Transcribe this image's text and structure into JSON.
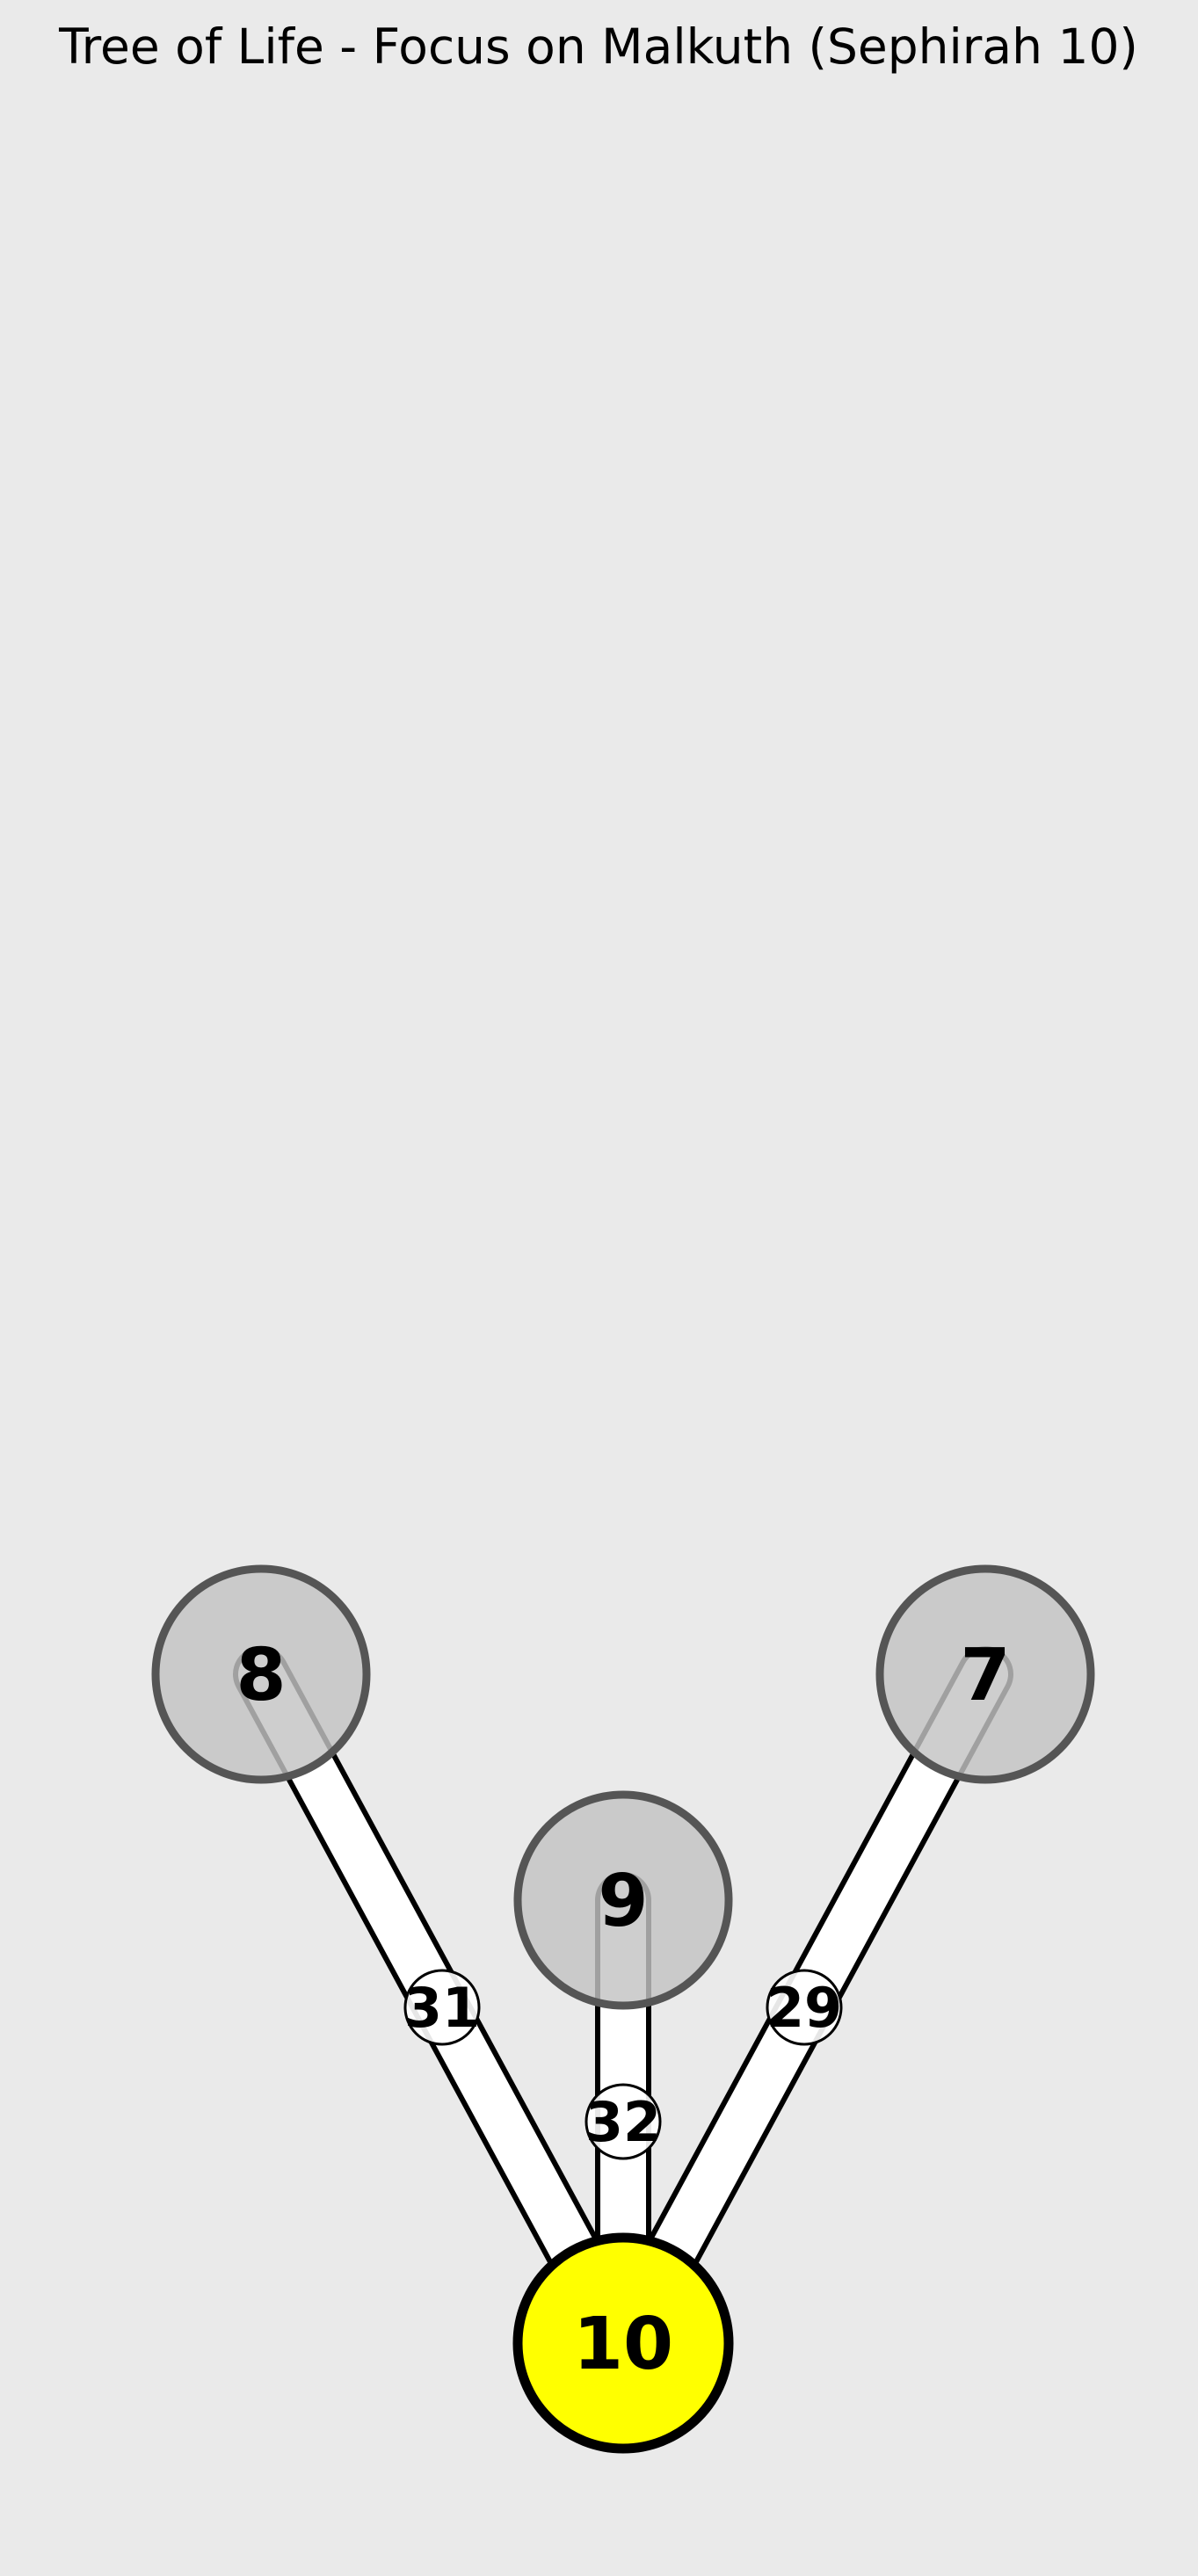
{
  "title": "Tree of Life - Focus on Malkuth (Sephirah 10)",
  "colors": {
    "background": "#eaeaea",
    "focus_node_fill": "#ffff00",
    "focus_node_stroke": "#000000",
    "other_node_fill": "#c3c3c3",
    "other_node_stroke": "#555555",
    "path_fill": "#ffffff",
    "path_stroke": "#000000"
  },
  "focus_sephirah": "10",
  "sephiroth": [
    {
      "id": "8",
      "label": "8",
      "focus": false
    },
    {
      "id": "7",
      "label": "7",
      "focus": false
    },
    {
      "id": "9",
      "label": "9",
      "focus": false
    },
    {
      "id": "10",
      "label": "10",
      "focus": true
    }
  ],
  "paths": [
    {
      "number": "31",
      "from": "10",
      "to": "8"
    },
    {
      "number": "32",
      "from": "10",
      "to": "9"
    },
    {
      "number": "29",
      "from": "10",
      "to": "7"
    }
  ]
}
